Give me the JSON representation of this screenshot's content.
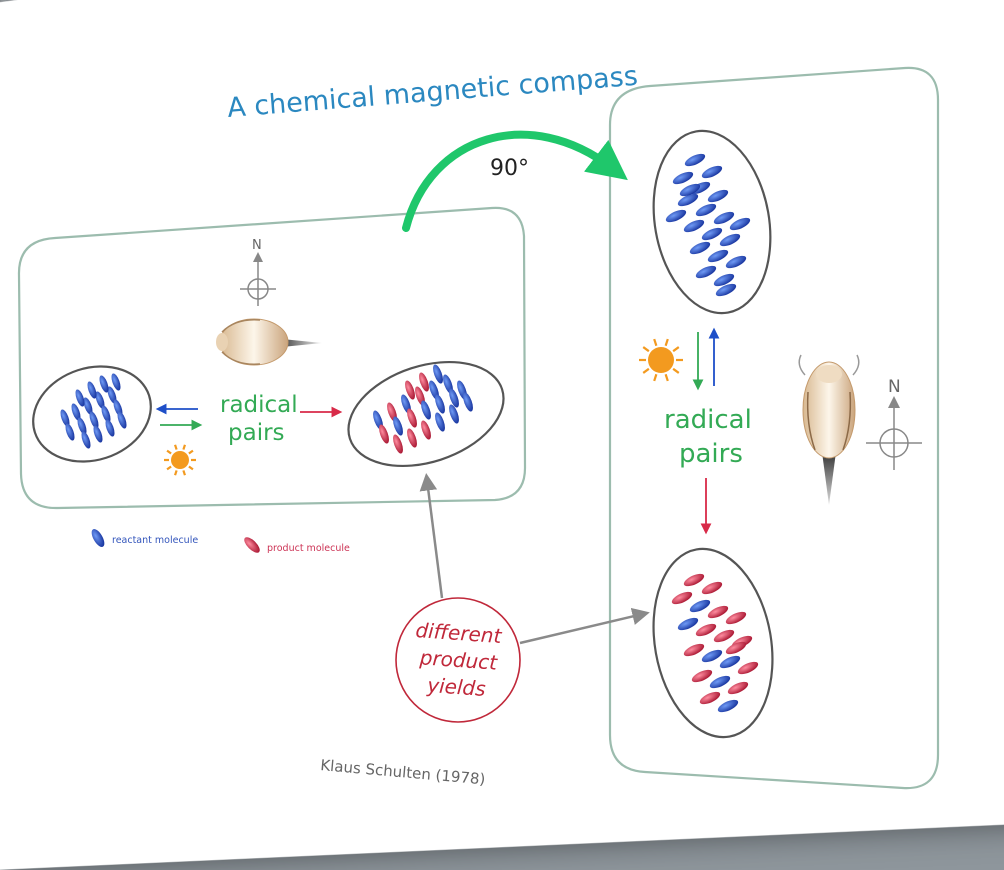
{
  "title": "A chemical magnetic compass",
  "rotation_label": "90°",
  "north_label": "N",
  "radical_pairs": {
    "line1": "radical",
    "line2": "pairs"
  },
  "legend": {
    "reactant": "reactant molecule",
    "product": "product molecule"
  },
  "yields_label": {
    "line1": "different",
    "line2": "product",
    "line3": "yields"
  },
  "credit": "Klaus Schulten (1978)",
  "colors": {
    "title": "#2b88c0",
    "panel_border": "#9cbcae",
    "green_arrow": "#1fc76b",
    "radical_text": "#33aa55",
    "reactant": "#1e4fc8",
    "product": "#d82a48",
    "yields_text": "#c0283a",
    "sun": "#f39a1f",
    "gray_arrow": "#8a8a8a"
  },
  "icons": [
    "sun-icon",
    "compass-icon",
    "bird-icon",
    "oval-molecules-icon"
  ]
}
